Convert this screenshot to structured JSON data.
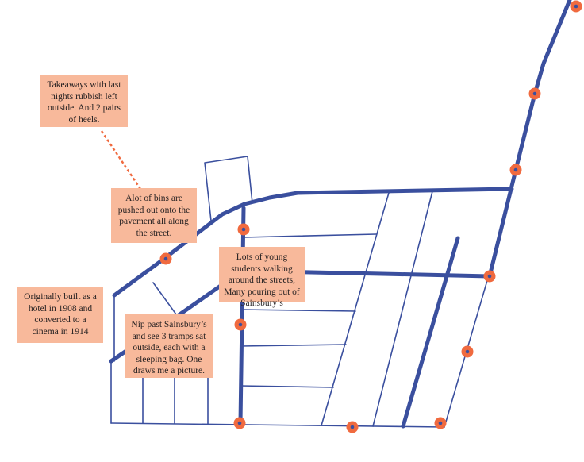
{
  "colors": {
    "street": "#3a4f9e",
    "marker_ring": "#f06a3f",
    "marker_dot": "#3a4f9e",
    "note_background": "#f8b99b",
    "connector": "#f06a3f"
  },
  "icons": {
    "marker": "route-stop-marker-icon"
  },
  "notes": {
    "takeaways": "Takeaways with last nights rubbish left outside. And 2 pairs of heels.",
    "bins": "Alot of bins are pushed out onto the pavement all along the street.",
    "students": "Lots of young students walking around the streets, Many pouring out of Sainsbury’s",
    "hotel": "Originally built as a hotel in 1908 and converted to a cinema in 1914",
    "tramps": "Nip past Sainsbury’s and see 3 tramps sat outside, each with a sleeping bag. One draws me a picture."
  }
}
